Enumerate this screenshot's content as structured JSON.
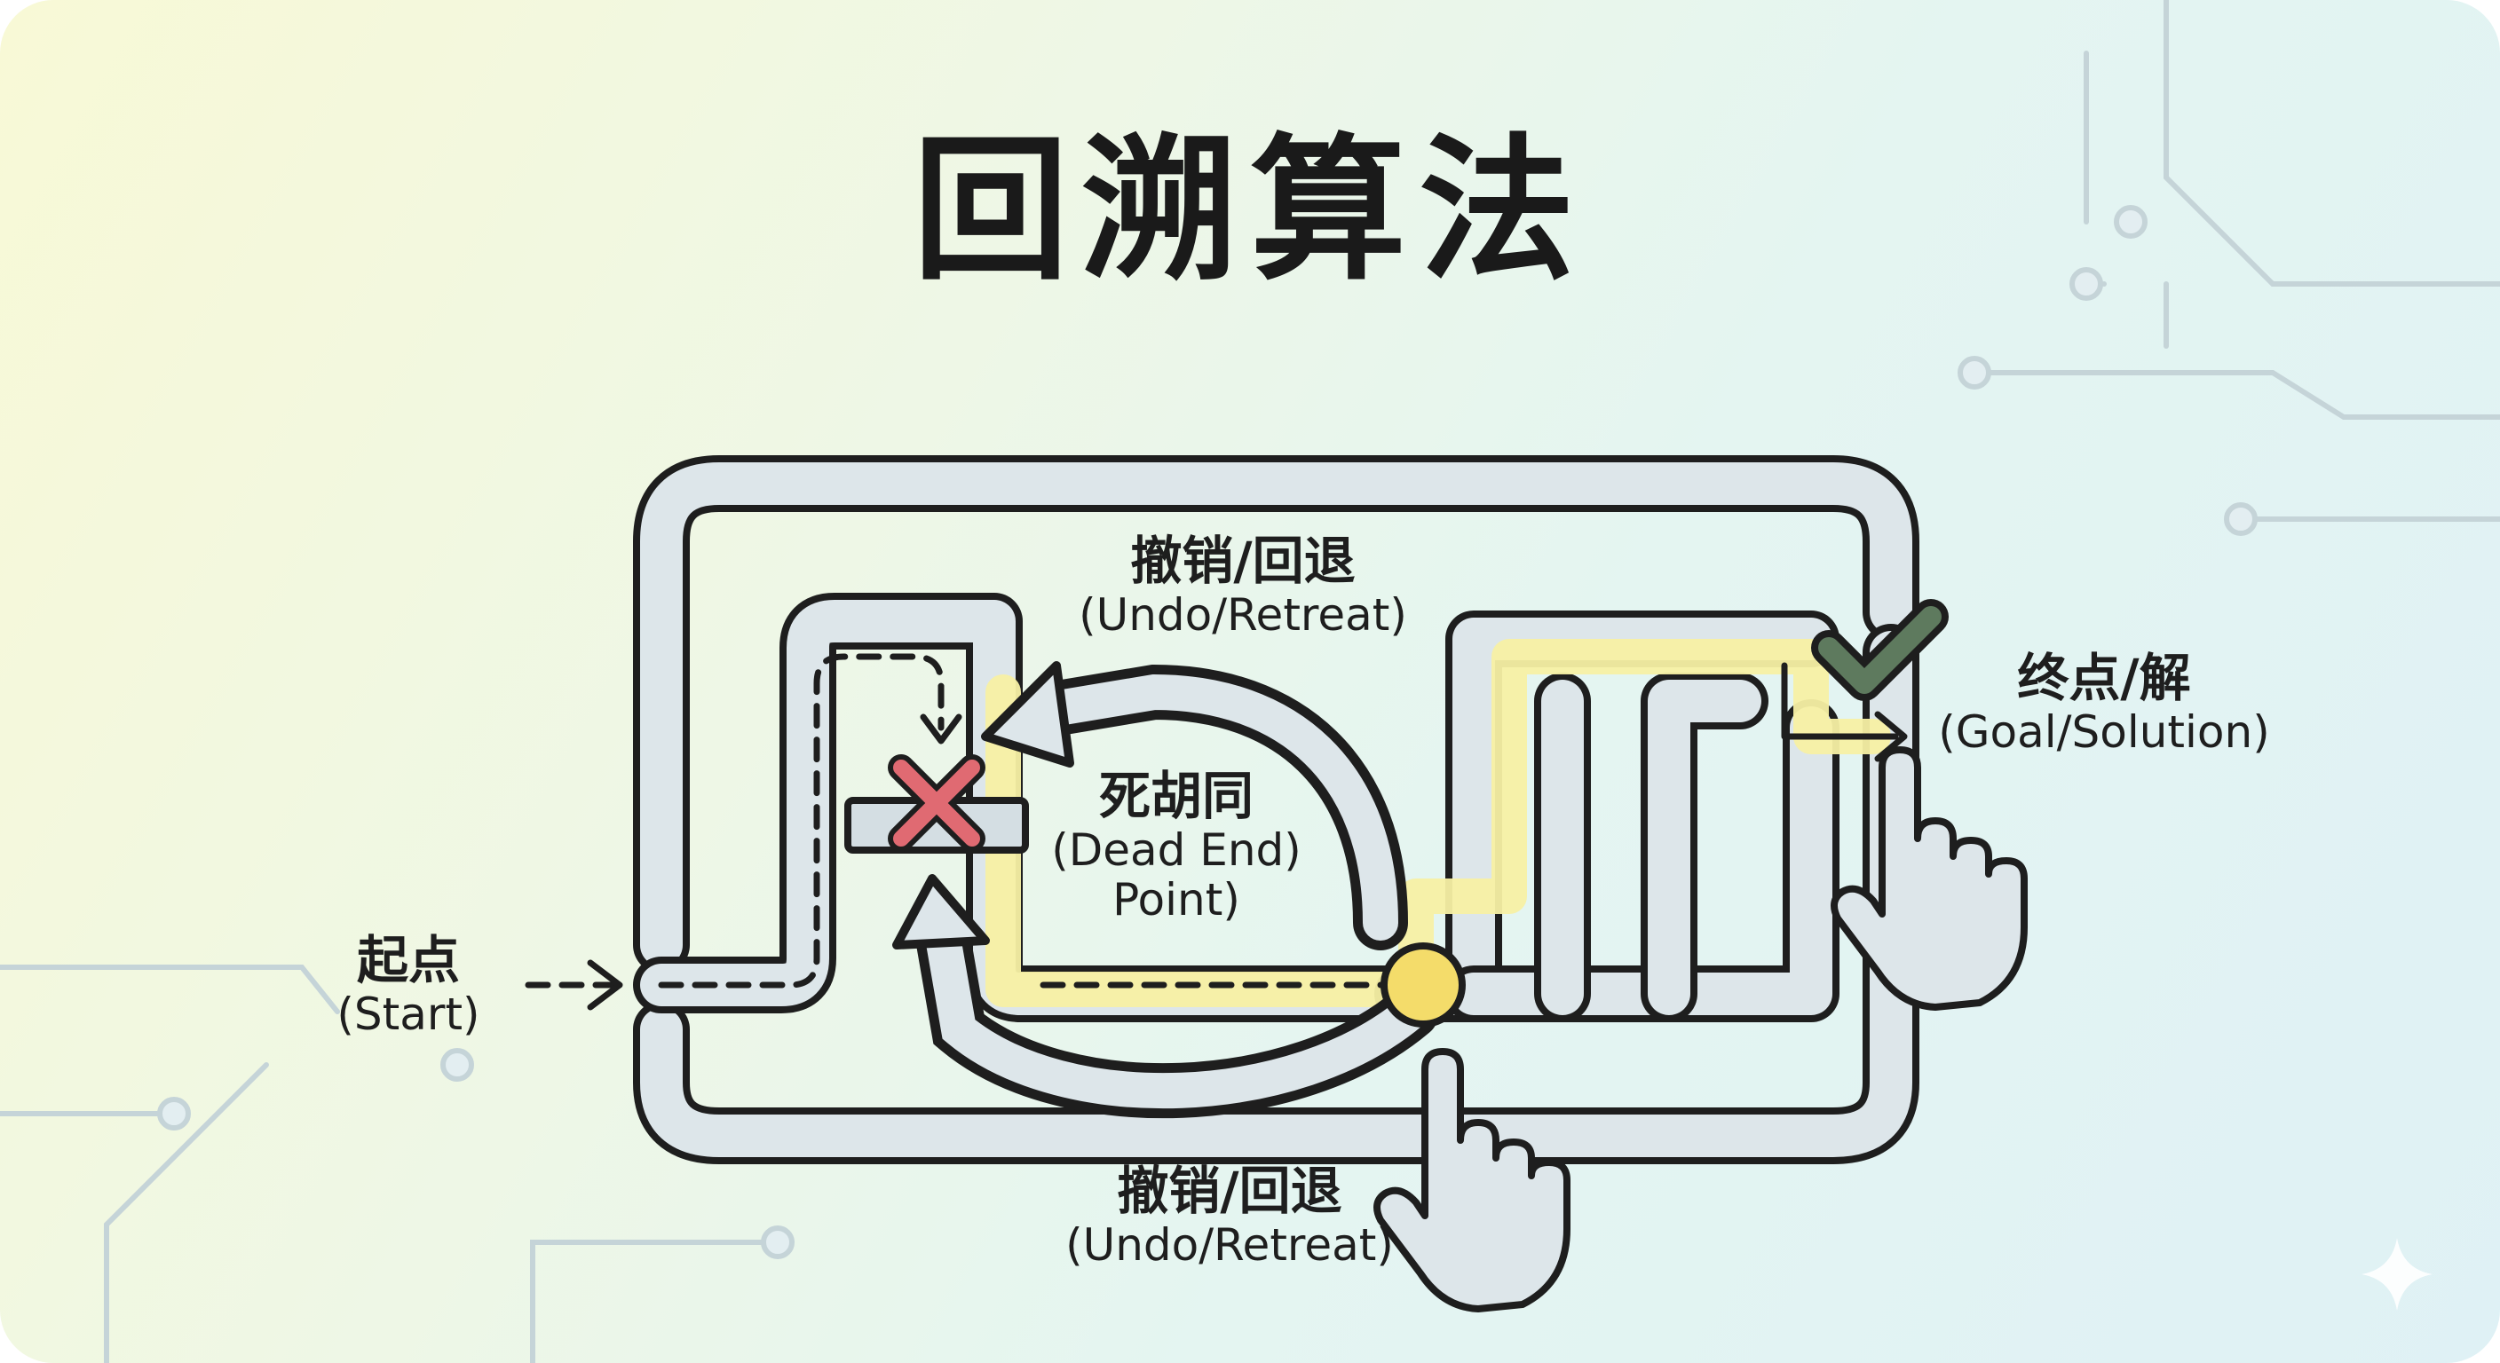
{
  "title": "回溯算法",
  "labels": {
    "start": {
      "zh": "起点",
      "en": "(Start)"
    },
    "undo_top": {
      "zh": "撤销/回退",
      "en": "(Undo/Retreat)"
    },
    "dead_end": {
      "zh": "死胡同",
      "en": "(Dead End)",
      "en2": "Point)"
    },
    "goal": {
      "zh": "终点/解",
      "en": "(Goal/Solution)"
    },
    "undo_bottom": {
      "zh": "撤销/回退",
      "en": "(Undo/Retreat)"
    }
  },
  "icons": {
    "dead_end": "cross-icon",
    "goal": "check-icon",
    "pointers": "pointing-hand-icon",
    "junction": "decision-point-icon",
    "corner": "sparkle-icon"
  },
  "colors": {
    "outline": "#1e1e1e",
    "corridor": "#dde6ea",
    "highlight": "#f7f0a4",
    "cross": "#e06a72",
    "check": "#5e7a5e",
    "junction": "#f4dc6a",
    "circuit": "#c5d4d8"
  }
}
